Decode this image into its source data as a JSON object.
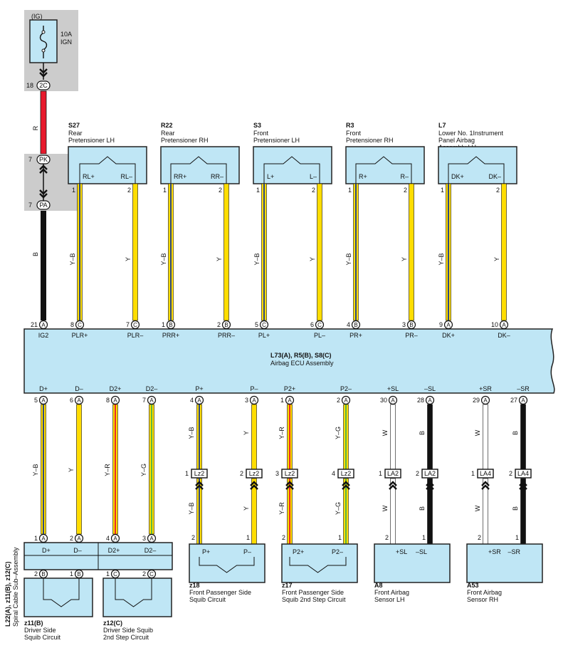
{
  "fuse": {
    "ig": "(IG)",
    "rating": "10A",
    "name": "IGN",
    "pin": "18",
    "connector": "2C"
  },
  "junctions": [
    {
      "pin": "7",
      "connector": "PK"
    },
    {
      "pin": "7",
      "connector": "PA"
    }
  ],
  "main_wire": {
    "upper_color": "R",
    "lower_color": "B"
  },
  "top_components": [
    {
      "code": "S27",
      "line1": "Rear",
      "line2": "Pretensioner LH",
      "line3": "",
      "t1": "RL+",
      "t2": "RL–",
      "p1": "1",
      "p2": "2",
      "w1": "Y–B",
      "w2": "Y"
    },
    {
      "code": "R22",
      "line1": "Rear",
      "line2": "Pretensioner RH",
      "line3": "",
      "t1": "RR+",
      "t2": "RR–",
      "p1": "1",
      "p2": "2",
      "w1": "Y–B",
      "w2": "Y"
    },
    {
      "code": "S3",
      "line1": "Front",
      "line2": "Pretensioner LH",
      "line3": "",
      "t1": "L+",
      "t2": "L–",
      "p1": "1",
      "p2": "2",
      "w1": "Y–B",
      "w2": "Y"
    },
    {
      "code": "R3",
      "line1": "Front",
      "line2": "Pretensioner RH",
      "line3": "",
      "t1": "R+",
      "t2": "R–",
      "p1": "1",
      "p2": "2",
      "w1": "Y–B",
      "w2": "Y"
    },
    {
      "code": "L7",
      "line1": "Lower No. 1Instrument",
      "line2": "Panel Airbag",
      "line3": "Assembly LH",
      "t1": "DK+",
      "t2": "DK–",
      "p1": "1",
      "p2": "2",
      "w1": "Y–B",
      "w2": "Y"
    }
  ],
  "ecu": {
    "code": "L73(A), R5(B), S8(C)",
    "name": "Airbag ECU Assembly",
    "top_pins": [
      {
        "num": "21",
        "letter": "A",
        "label": "IG2"
      },
      {
        "num": "8",
        "letter": "C",
        "label": "PLR+"
      },
      {
        "num": "7",
        "letter": "C",
        "label": "PLR–"
      },
      {
        "num": "1",
        "letter": "B",
        "label": "PRR+"
      },
      {
        "num": "2",
        "letter": "B",
        "label": "PRR–"
      },
      {
        "num": "5",
        "letter": "C",
        "label": "PL+"
      },
      {
        "num": "6",
        "letter": "C",
        "label": "PL–"
      },
      {
        "num": "4",
        "letter": "B",
        "label": "PR+"
      },
      {
        "num": "3",
        "letter": "B",
        "label": "PR–"
      },
      {
        "num": "9",
        "letter": "A",
        "label": "DK+"
      },
      {
        "num": "10",
        "letter": "A",
        "label": "DK–"
      }
    ],
    "bottom_pins": [
      {
        "num": "5",
        "letter": "A",
        "label": "D+"
      },
      {
        "num": "6",
        "letter": "A",
        "label": "D–"
      },
      {
        "num": "8",
        "letter": "A",
        "label": "D2+"
      },
      {
        "num": "7",
        "letter": "A",
        "label": "D2–"
      },
      {
        "num": "4",
        "letter": "A",
        "label": "P+"
      },
      {
        "num": "3",
        "letter": "A",
        "label": "P–"
      },
      {
        "num": "1",
        "letter": "A",
        "label": "P2+"
      },
      {
        "num": "2",
        "letter": "A",
        "label": "P2–"
      },
      {
        "num": "30",
        "letter": "A",
        "label": "+SL"
      },
      {
        "num": "28",
        "letter": "A",
        "label": "–SL"
      },
      {
        "num": "29",
        "letter": "A",
        "label": "+SR"
      },
      {
        "num": "27",
        "letter": "A",
        "label": "–SR"
      }
    ]
  },
  "bottom_wires": [
    {
      "upper": "Y–B",
      "lower": ""
    },
    {
      "upper": "Y",
      "lower": ""
    },
    {
      "upper": "Y–R",
      "lower": ""
    },
    {
      "upper": "Y–G",
      "lower": ""
    },
    {
      "upper": "Y–B",
      "lower": "Y–B"
    },
    {
      "upper": "Y",
      "lower": "Y"
    },
    {
      "upper": "Y–R",
      "lower": "Y–R"
    },
    {
      "upper": "Y–G",
      "lower": "Y–G"
    },
    {
      "upper": "W",
      "lower": "W"
    },
    {
      "upper": "B",
      "lower": "B"
    },
    {
      "upper": "W",
      "lower": "W"
    },
    {
      "upper": "B",
      "lower": "B"
    }
  ],
  "inline_connectors": [
    {
      "pin": "1",
      "name": "Lz2"
    },
    {
      "pin": "2",
      "name": "Lz2"
    },
    {
      "pin": "3",
      "name": "Lz2"
    },
    {
      "pin": "4",
      "name": "Lz2"
    },
    {
      "pin": "1",
      "name": "LA2"
    },
    {
      "pin": "2",
      "name": "LA2"
    },
    {
      "pin": "1",
      "name": "LA4"
    },
    {
      "pin": "2",
      "name": "LA4"
    }
  ],
  "spiral": {
    "label1": "L22(A), z11(B), z12(C)",
    "label2": "Spiral Cable Sub–Assembly",
    "top_pins": [
      {
        "num": "1",
        "letter": "A"
      },
      {
        "num": "2",
        "letter": "A"
      },
      {
        "num": "4",
        "letter": "A"
      },
      {
        "num": "3",
        "letter": "A"
      }
    ],
    "terms": [
      "D+",
      "D–",
      "D2+",
      "D2–"
    ],
    "bottom_pins": [
      {
        "num": "2",
        "letter": "B"
      },
      {
        "num": "1",
        "letter": "B"
      },
      {
        "num": "1",
        "letter": "C"
      },
      {
        "num": "2",
        "letter": "C"
      }
    ]
  },
  "bottom_components": [
    {
      "code": "z11(B)",
      "line1": "Driver Side",
      "line2": "Squib Circuit",
      "t1": "",
      "t2": "",
      "p1": "",
      "p2": ""
    },
    {
      "code": "z12(C)",
      "line1": "Driver Side Squib",
      "line2": "2nd Step Circuit",
      "t1": "",
      "t2": "",
      "p1": "",
      "p2": ""
    },
    {
      "code": "z18",
      "line1": "Front Passenger Side",
      "line2": "Squib Circuit",
      "t1": "P+",
      "t2": "P–",
      "p1": "2",
      "p2": "1"
    },
    {
      "code": "z17",
      "line1": "Front Passenger Side",
      "line2": "Squib 2nd Step Circuit",
      "t1": "P2+",
      "t2": "P2–",
      "p1": "2",
      "p2": "1"
    },
    {
      "code": "A8",
      "line1": "Front Airbag",
      "line2": "Sensor LH",
      "t1": "+SL",
      "t2": "–SL",
      "p1": "2",
      "p2": "1"
    },
    {
      "code": "A53",
      "line1": "Front Airbag",
      "line2": "Sensor RH",
      "t1": "+SR",
      "t2": "–SR",
      "p1": "2",
      "p2": "1"
    }
  ],
  "colors": {
    "box_fill": "#bfe6f5",
    "box_stroke": "#222222",
    "grey": "#cccccc",
    "red": "#e8192c",
    "yellow": "#ffdd00",
    "black": "#111111",
    "blue_stripe": "#1a3a8c",
    "red_stripe": "#e8192c",
    "green_stripe": "#4bb24b",
    "white_wire": "#ffffff"
  }
}
